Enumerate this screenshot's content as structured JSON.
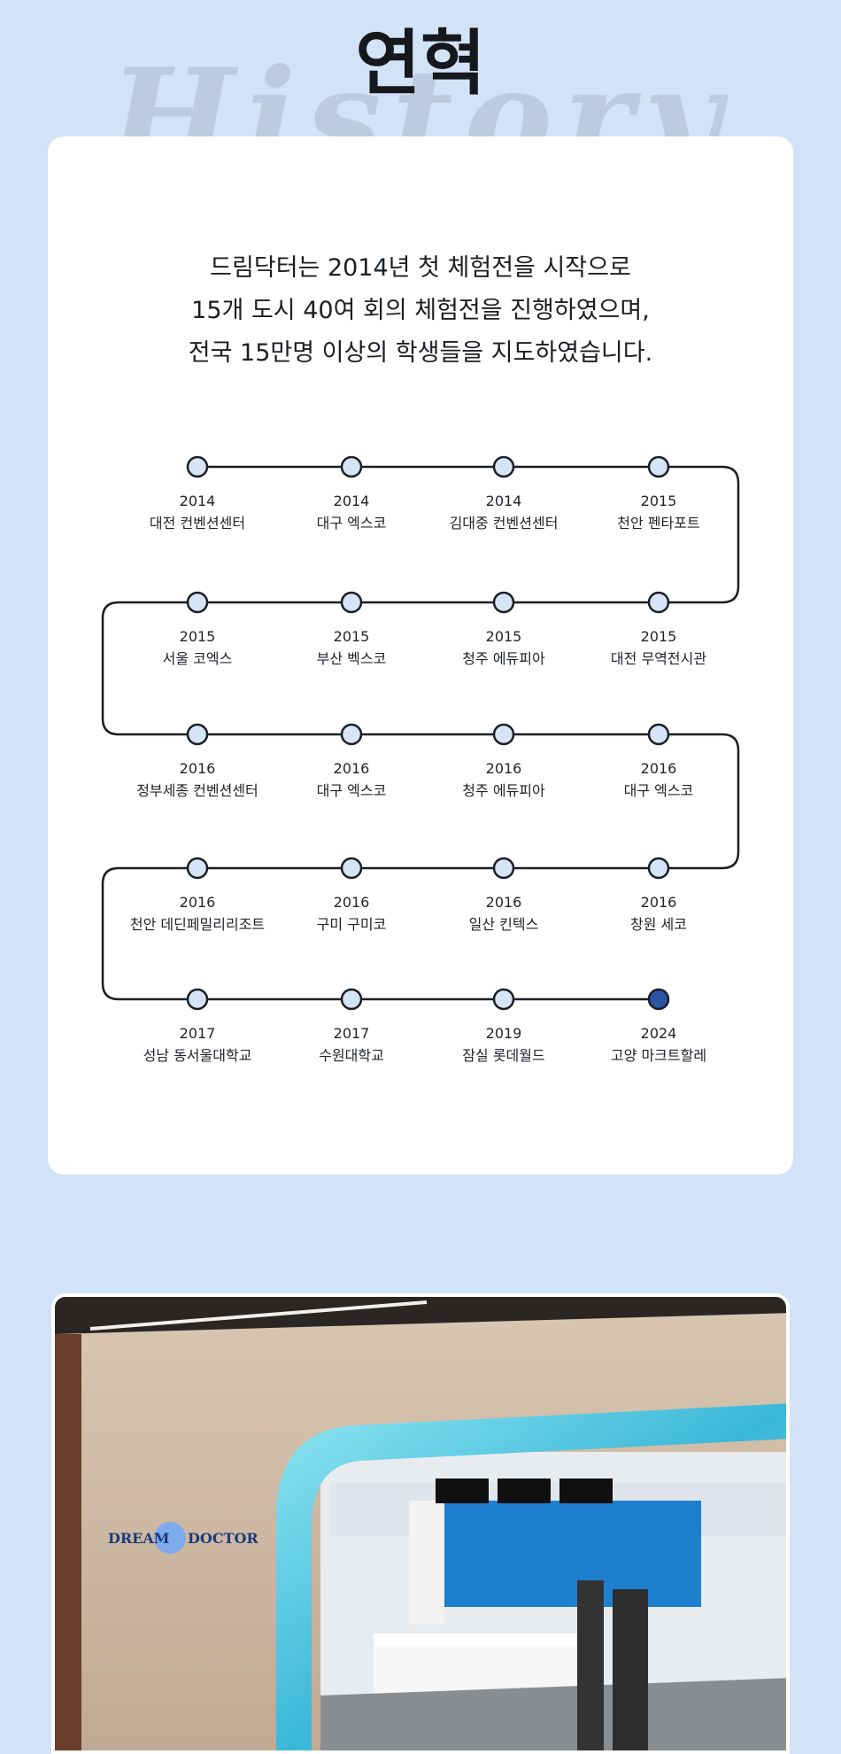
{
  "header": {
    "title": "연혁",
    "watermark": "History"
  },
  "intro": {
    "lines": [
      "드림닥터는 2014년 첫 체험전을 시작으로",
      "15개 도시 40여 회의 체험전을 진행하였으며,",
      "전국 15만명 이상의 학생들을 지도하였습니다."
    ]
  },
  "timeline": [
    {
      "year": "2014",
      "venue": "대전 컨벤션센터"
    },
    {
      "year": "2014",
      "venue": "대구 엑스코"
    },
    {
      "year": "2014",
      "venue": "김대중 컨벤션센터"
    },
    {
      "year": "2015",
      "venue": "천안 펜타포트"
    },
    {
      "year": "2015",
      "venue": "서울 코엑스"
    },
    {
      "year": "2015",
      "venue": "부산 벡스코"
    },
    {
      "year": "2015",
      "venue": "청주 에듀피아"
    },
    {
      "year": "2015",
      "venue": "대전 무역전시관"
    },
    {
      "year": "2016",
      "venue": "정부세종 컨벤션센터"
    },
    {
      "year": "2016",
      "venue": "대구 엑스코"
    },
    {
      "year": "2016",
      "venue": "청주 에듀피아"
    },
    {
      "year": "2016",
      "venue": "대구 엑스코"
    },
    {
      "year": "2016",
      "venue": "천안 데딘페밀리리조트"
    },
    {
      "year": "2016",
      "venue": "구미 구미코"
    },
    {
      "year": "2016",
      "venue": "일산 킨텍스"
    },
    {
      "year": "2016",
      "venue": "창원 세코"
    },
    {
      "year": "2017",
      "venue": "성남 동서울대학교"
    },
    {
      "year": "2017",
      "venue": "수원대학교"
    },
    {
      "year": "2019",
      "venue": "잠실 롯데월드"
    },
    {
      "year": "2024",
      "venue": "고양 마크트할레",
      "current": true
    }
  ],
  "photo": {
    "signs": [
      "DREAM",
      "DOCTOR"
    ]
  },
  "colors": {
    "background": "#d3e3f7",
    "node": "#d5e5f7",
    "node_current": "#2b54a4",
    "line": "#1b1e22"
  }
}
